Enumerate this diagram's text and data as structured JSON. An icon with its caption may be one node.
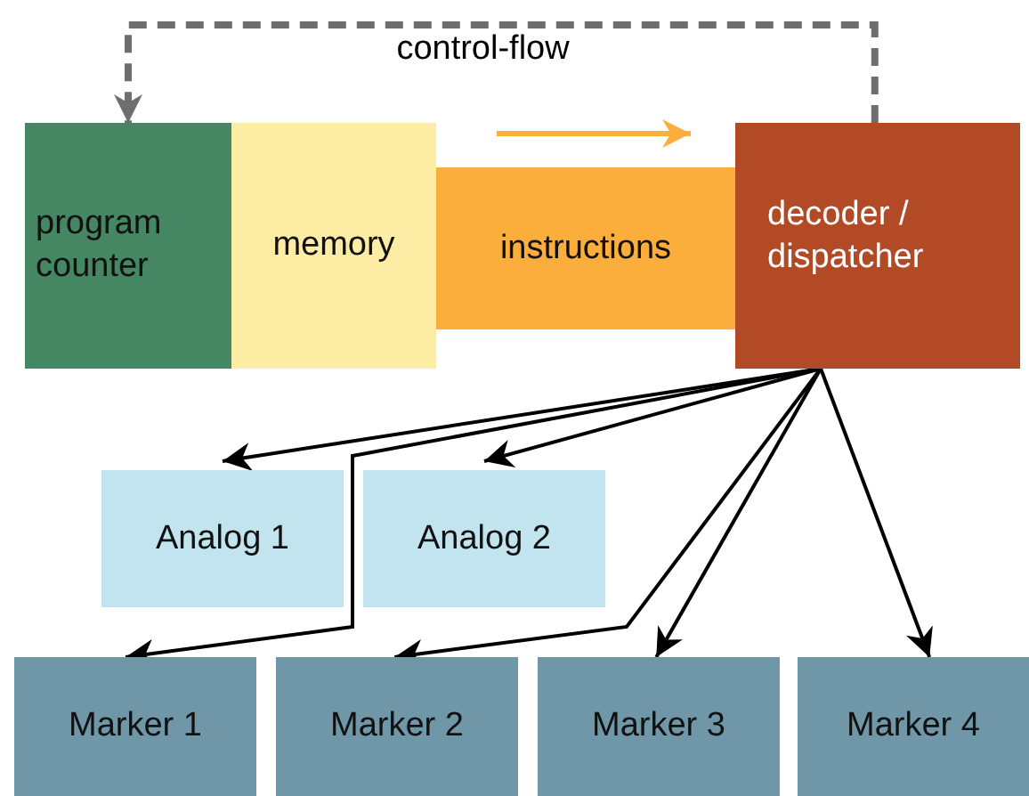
{
  "diagram": {
    "nodes": [
      {
        "text": [
          "program counter"
        ]
      },
      {
        "text": [
          "memory"
        ]
      },
      {
        "text": [
          "instructions"
        ]
      },
      {
        "text": [
          "decoder / dispatcher"
        ]
      },
      {
        "text": [
          "Analog 1"
        ]
      },
      {
        "text": [
          "Analog 2"
        ]
      },
      {
        "text": [
          "Marker 1"
        ]
      },
      {
        "text": [
          "Marker 2"
        ]
      },
      {
        "text": [
          "Marker 3"
        ]
      },
      {
        "text": [
          "Marker 4"
        ]
      }
    ],
    "edges": [
      {
        "from": 3,
        "to": 0,
        "arrow": "to",
        "label": "control-flow",
        "style": "dashed",
        "color": "#6e6e6e"
      },
      {
        "from": 3,
        "to": 4,
        "arrow": "to"
      },
      {
        "from": 3,
        "to": 5,
        "arrow": "to"
      },
      {
        "from": 3,
        "to": 6,
        "arrow": "to"
      },
      {
        "from": 3,
        "to": 7,
        "arrow": "to"
      },
      {
        "from": 3,
        "to": 8,
        "arrow": "to"
      },
      {
        "from": 3,
        "to": 9,
        "arrow": "to"
      }
    ]
  }
}
